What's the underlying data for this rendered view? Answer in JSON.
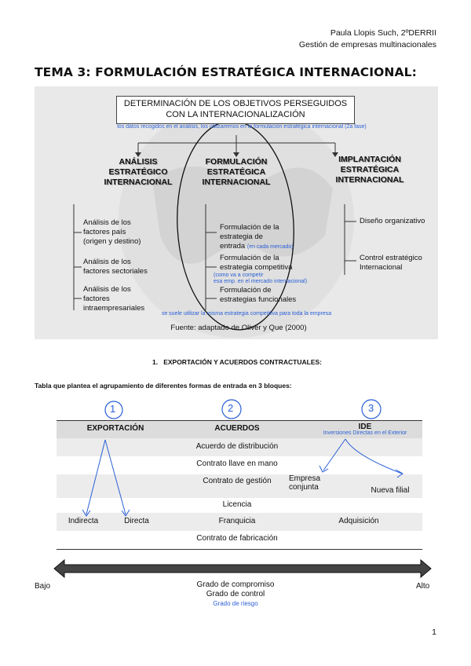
{
  "header": {
    "author": "Paula Llopis Such, 2ºDERRII",
    "course": "Gestión de empresas multinacionales"
  },
  "title": "TEMA 3: FORMULACIÓN ESTRATÉGICA INTERNACIONAL:",
  "figure": {
    "box_line1": "DETERMINACIÓN DE LOS OBJETIVOS PERSEGUIDOS",
    "box_line2": "CON LA INTERNACIONALIZACIÓN",
    "box_note": "los datos recogidos en el análisis, los utilizaremos en la formulación estratégica internacional (2a fase)",
    "col1": {
      "l1": "ANÁLISIS",
      "l2": "ESTRATÉGICO",
      "l3": "INTERNACIONAL",
      "items": [
        {
          "l1": "Análisis de los",
          "l2": "factores país",
          "l3": "(origen y destino)"
        },
        {
          "l1": "Análisis de los",
          "l2": "factores sectoriales"
        },
        {
          "l1": "Análisis de los",
          "l2": "factores",
          "l3": "intraempresariales"
        }
      ]
    },
    "col2": {
      "l1": "FORMULACIÓN",
      "l2": "ESTRATÉGICA",
      "l3": "INTERNACIONAL",
      "items": [
        {
          "l1": "Formulación de la",
          "l2": "estrategia de",
          "l3": "entrada",
          "note": "(en cada mercado)"
        },
        {
          "l1": "Formulación de la",
          "l2": "estrategia competitiva",
          "note1": "(como va a competir",
          "note2": "esa emp. en el mercado internacional)"
        },
        {
          "l1": "Formulación de",
          "l2": "estrategias funcionales"
        }
      ],
      "note_bottom": "se suele utilizar la misma estrategia competitiva para toda la empresa"
    },
    "col3": {
      "l1": "IMPLANTACIÓN",
      "l2": "ESTRATÉGICA",
      "l3": "INTERNACIONAL",
      "items": [
        {
          "l1": "Diseño organizativo"
        },
        {
          "l1": "Control estratégico",
          "l2": "Internacional"
        }
      ]
    },
    "source": "Fuente: adaptado de Oliver y Que (2000)"
  },
  "section": {
    "number": "1.",
    "title": "EXPORTACIÓN Y ACUERDOS CONTRACTUALES:"
  },
  "lead": "Tabla que plantea el agrupamiento de diferentes formas de entrada en 3 bloques:",
  "table": {
    "circled": [
      "1",
      "2",
      "3"
    ],
    "headers": [
      "EXPORTACIÓN",
      "ACUERDOS",
      "IDE"
    ],
    "ide_note": "Inversiones Directas en el Exterior",
    "acuerdos": [
      "Acuerdo de distribución",
      "Contrato llave en mano",
      "Contrato de gestión",
      "Licencia",
      "Franquicia",
      "Contrato de fabricación"
    ],
    "export": [
      "Indirecta",
      "Directa"
    ],
    "ide": {
      "empresa_l1": "Empresa",
      "empresa_l2": "conjunta",
      "filial": "Nueva filial",
      "adquisicion": "Adquisición"
    }
  },
  "scale": {
    "left": "Bajo",
    "right": "Alto",
    "line1": "Grado de compromiso",
    "line2": "Grado de control",
    "line3": "Grado de riesgo"
  },
  "page_number": "1"
}
